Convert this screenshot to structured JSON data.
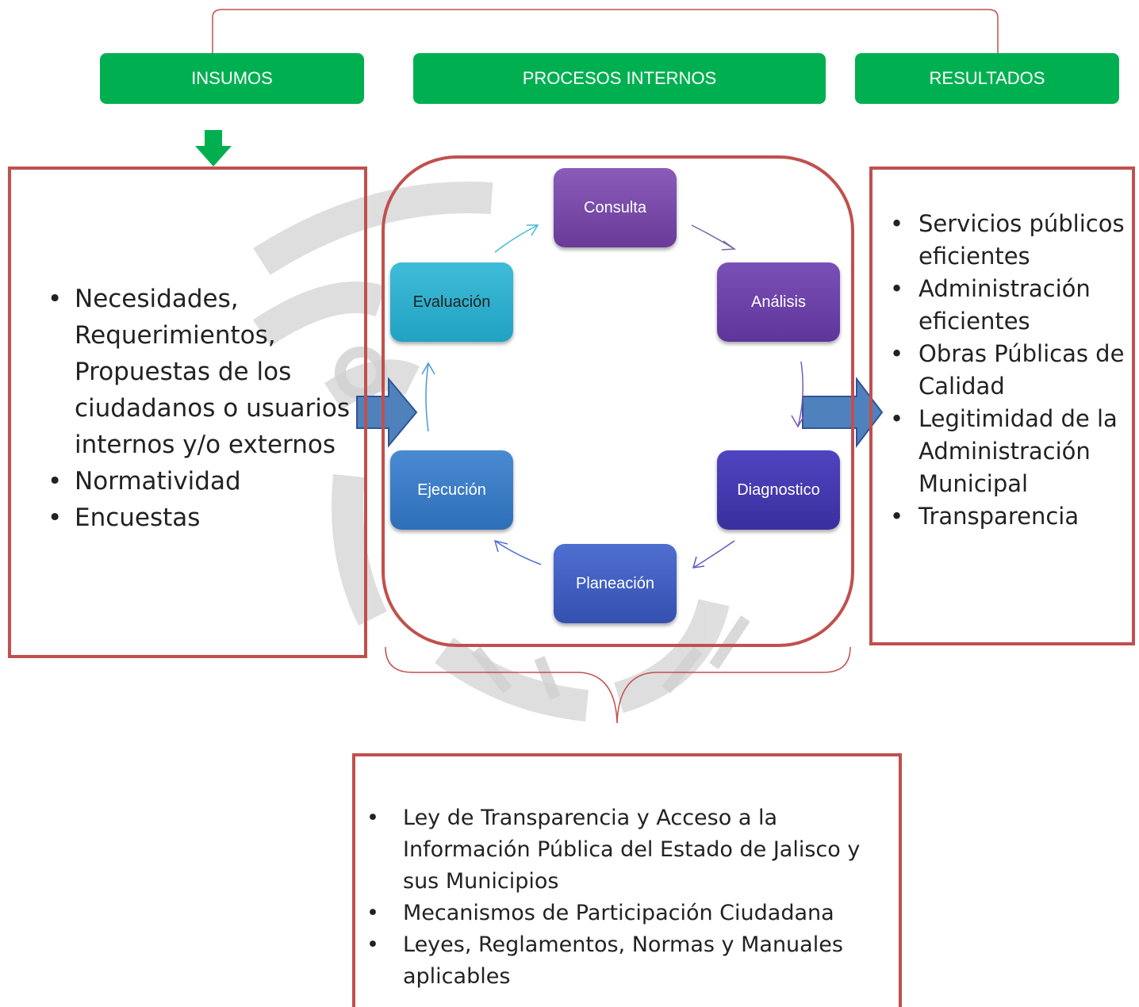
{
  "headers": {
    "insumos": "INSUMOS",
    "procesos": "PROCESOS INTERNOS",
    "resultados": "RESULTADOS"
  },
  "insumos_items": [
    "Necesidades, Requerimientos, Propuestas de los ciudadanos o usuarios internos y/o externos",
    "Normatividad",
    "Encuestas"
  ],
  "cycle_steps": {
    "consulta": "Consulta",
    "analisis": "Análisis",
    "diagnostico": "Diagnostico",
    "planeacion": "Planeación",
    "ejecucion": "Ejecución",
    "evaluacion": "Evaluación"
  },
  "resultados_items": [
    "Servicios públicos eficientes",
    "Administración eficientes",
    "Obras Públicas de Calidad",
    "Legitimidad de la Administración Municipal",
    "Transparencia"
  ],
  "marco_legal_items": [
    "Ley de Transparencia y Acceso a la Información Pública del Estado de Jalisco y sus Municipios",
    "Mecanismos de Participación Ciudadana",
    "Leyes, Reglamentos, Normas y Manuales aplicables"
  ],
  "colors": {
    "header_green": "#00b050",
    "panel_border": "#c0504d",
    "flow_arrow": "#4f81bd",
    "down_arrow": "#00b050"
  }
}
